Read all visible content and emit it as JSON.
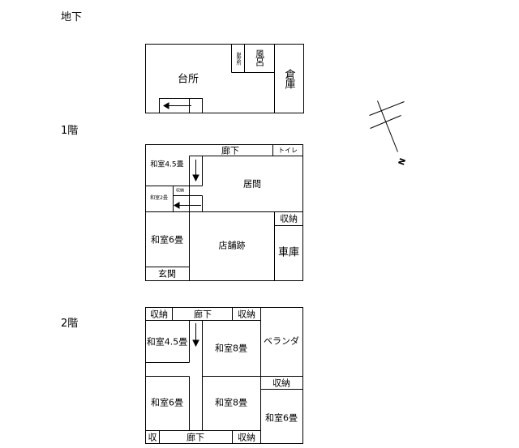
{
  "floors": {
    "basement": {
      "label": "地下",
      "rooms": {
        "kitchen": "台所",
        "dressing": "脱衣所",
        "bath": "風呂",
        "storehouse": "倉庫"
      }
    },
    "first": {
      "label": "1階",
      "rooms": {
        "corridor": "廊下",
        "toilet": "トイレ",
        "washitsu45": "和室4.5畳",
        "living": "居間",
        "washitsu2": "和室2畳",
        "small_storage": "収納",
        "storage": "収納",
        "washitsu6": "和室6畳",
        "shop": "店舗跡",
        "garage": "車庫",
        "entrance": "玄関"
      }
    },
    "second": {
      "label": "2階",
      "rooms": {
        "storage_tl": "収納",
        "corridor_top": "廊下",
        "storage_tm": "収納",
        "veranda": "ベランダ",
        "washitsu45": "和室4.5畳",
        "washitsu8_top": "和室8畳",
        "storage_right": "収納",
        "washitsu6_left": "和室6畳",
        "washitsu8_bottom": "和室8畳",
        "washitsu6_right": "和室6畳",
        "storage_bl": "収",
        "corridor_bottom": "廊下",
        "storage_bm": "収納"
      }
    }
  },
  "compass": {
    "north_label": "N"
  }
}
